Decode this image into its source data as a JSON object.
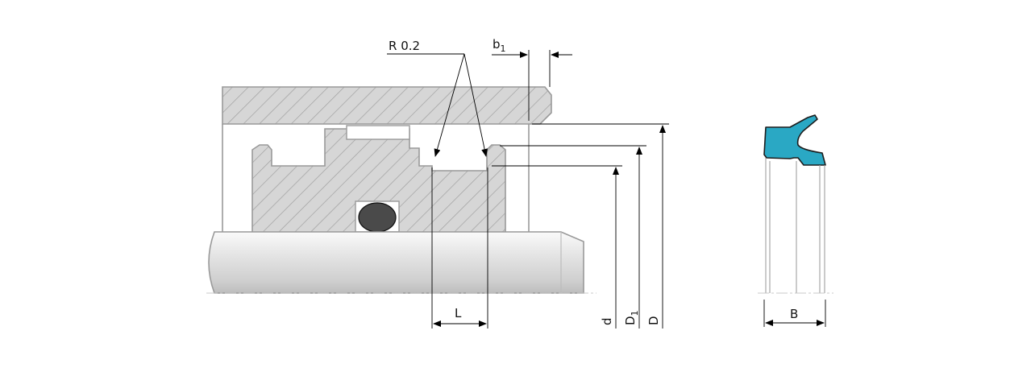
{
  "labels": {
    "radius": "R 0.2",
    "b1_main": "b",
    "b1_sub": "1",
    "L": "L",
    "d": "d",
    "D1_main": "D",
    "D1_sub": "1",
    "D": "D",
    "B": "B"
  },
  "colors": {
    "seal": "#2aa8c4",
    "seal_stroke": "#1c1c1c",
    "hatch_fill": "#d6d6d6",
    "hatch_line": "#9c9c9c",
    "oring": "#4a4a4a"
  }
}
